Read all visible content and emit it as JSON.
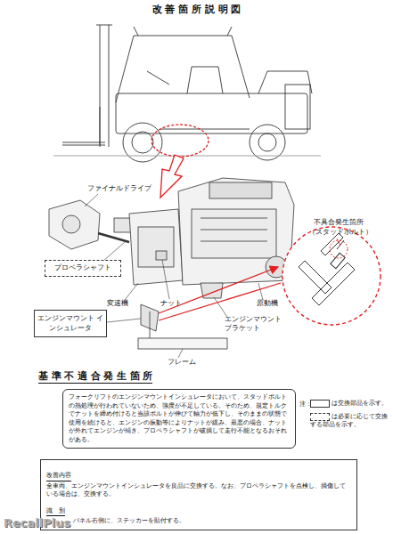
{
  "diagram": {
    "title": "改 善 箇 所 説 明 図",
    "nodes": [
      {
        "text": [
          "プロペラシャフト"
        ]
      },
      {
        "text": [
          "エンジンマウント インシュレータ"
        ]
      },
      {
        "text": [
          "基 準 不 適 合 発 生 箇 所",
          "フォークリフトのエンジンマウントインシュレータにおいて、スタッドボルトの熱処理が行われていないため、強度が不足している。そのため、規定トルクでナットを締め付けると当該ボルトが伸びて軸力が低下し、そのままの状態で使用を続けると、エンジンの振動等によりナットが緩み、最悪の場合、ナットが外れてエンジンが傾き、プロペラシャフトが破損して走行不能となるおそれがある。"
        ]
      },
      {
        "text": [
          "改善内容",
          "全車両、エンジンマウントインシュレータを良品に交換する。なお、プロペラシャフトを点検し、損傷している場合は、交換する。",
          "識　別",
          "パネル右側に、ステッカーを貼付する。"
        ]
      }
    ],
    "labels": [
      "ファイナルドライブ",
      "変速機",
      "ナット",
      "原動機",
      "エンジンマウント ブラケット",
      "フレーム",
      "不具合発生箇所",
      "（スタッドボルト）",
      "注：",
      "RecallPlus"
    ],
    "legend": [
      {
        "text": "は交換部品を示す。"
      },
      {
        "text": "は必要に応じて交換する部品を示す。"
      }
    ]
  }
}
